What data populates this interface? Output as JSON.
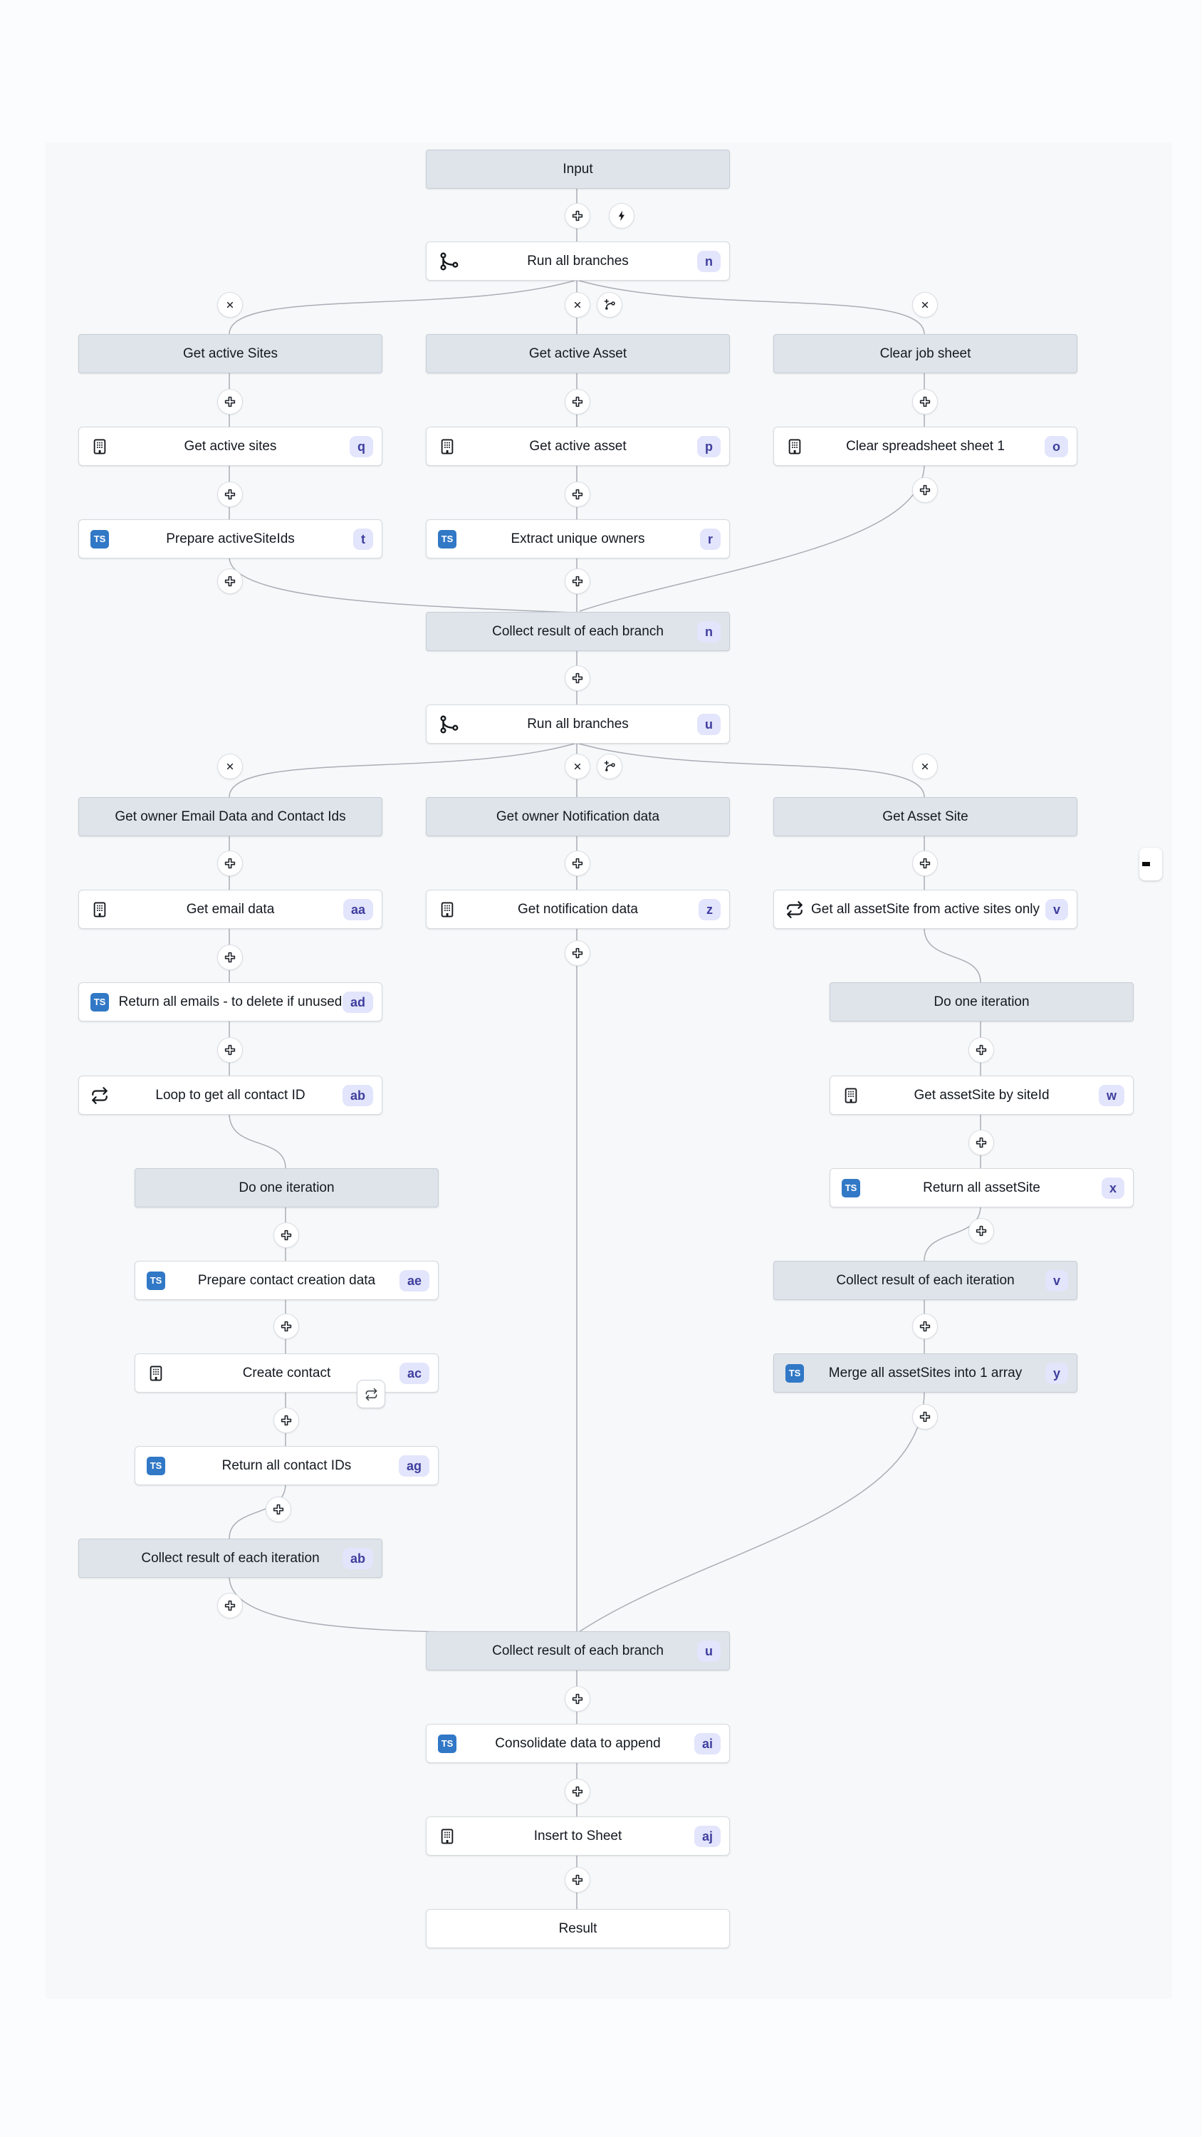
{
  "app": {
    "description": "Workflow flow-graph editor canvas"
  },
  "colors": {
    "page_bg": "#fbfcfe",
    "canvas_bg": "#f7f8f9",
    "node_bg": "#ffffff",
    "node_border": "#d6dade",
    "header_bg": "#dfe4ea",
    "header_border": "#c7ced6",
    "badge_bg": "#e2e5fb",
    "badge_text": "#3f3e9e",
    "typescript_blue": "#3178c6",
    "edge": "#a9aeb5"
  },
  "icons": {
    "ts_label": "TS",
    "list": [
      "plus-icon",
      "lightning-icon",
      "close-icon",
      "add-branch-icon",
      "branch-all-icon",
      "building-icon",
      "typescript-icon",
      "loop-icon",
      "retry-loop-icon"
    ]
  },
  "nodes": [
    {
      "label": "Input",
      "type": "input"
    },
    {
      "label": "Run all branches",
      "badge": "n",
      "icon": "branch-all-icon"
    },
    {
      "label": "Get active Sites",
      "type": "branch-header"
    },
    {
      "label": "Get active Asset",
      "type": "branch-header"
    },
    {
      "label": "Clear job sheet",
      "type": "branch-header"
    },
    {
      "label": "Get active sites",
      "badge": "q",
      "icon": "building-icon"
    },
    {
      "label": "Get active asset",
      "badge": "p",
      "icon": "building-icon"
    },
    {
      "label": "Clear spreadsheet sheet 1",
      "badge": "o",
      "icon": "building-icon"
    },
    {
      "label": "Prepare activeSiteIds",
      "badge": "t",
      "icon": "typescript-icon"
    },
    {
      "label": "Extract unique owners",
      "badge": "r",
      "icon": "typescript-icon"
    },
    {
      "label": "Collect result of each branch",
      "badge": "n",
      "type": "collect-header"
    },
    {
      "label": "Run all branches",
      "badge": "u",
      "icon": "branch-all-icon"
    },
    {
      "label": "Get owner Email Data and Contact Ids",
      "type": "branch-header"
    },
    {
      "label": "Get owner Notification data",
      "type": "branch-header"
    },
    {
      "label": "Get Asset Site",
      "type": "branch-header"
    },
    {
      "label": "Get email data",
      "badge": "aa",
      "icon": "building-icon"
    },
    {
      "label": "Get notification data",
      "badge": "z",
      "icon": "building-icon"
    },
    {
      "label": "Get all assetSite from active sites only",
      "badge": "v",
      "icon": "loop-icon"
    },
    {
      "label": "Return all emails - to delete if unused",
      "badge": "ad",
      "icon": "typescript-icon"
    },
    {
      "label": "Do one iteration",
      "type": "iteration-header"
    },
    {
      "label": "Loop to get all contact ID",
      "badge": "ab",
      "icon": "loop-icon"
    },
    {
      "label": "Get assetSite by siteId",
      "badge": "w",
      "icon": "building-icon"
    },
    {
      "label": "Do one iteration",
      "type": "iteration-header"
    },
    {
      "label": "Return all assetSite",
      "badge": "x",
      "icon": "typescript-icon"
    },
    {
      "label": "Prepare contact creation data",
      "badge": "ae",
      "icon": "typescript-icon"
    },
    {
      "label": "Collect result of each iteration",
      "badge": "v",
      "type": "collect-header"
    },
    {
      "label": "Create contact",
      "badge": "ac",
      "icon": "building-icon",
      "retry": true
    },
    {
      "label": "Merge all assetSites into 1 array",
      "badge": "y",
      "icon": "typescript-icon"
    },
    {
      "label": "Return all contact IDs",
      "badge": "ag",
      "icon": "typescript-icon"
    },
    {
      "label": "Collect result of each iteration",
      "badge": "ab",
      "type": "collect-header"
    },
    {
      "label": "Collect result of each branch",
      "badge": "u",
      "type": "collect-header"
    },
    {
      "label": "Consolidate data to append",
      "badge": "ai",
      "icon": "typescript-icon"
    },
    {
      "label": "Insert to Sheet",
      "badge": "aj",
      "icon": "building-icon"
    },
    {
      "label": "Result",
      "type": "result"
    }
  ]
}
